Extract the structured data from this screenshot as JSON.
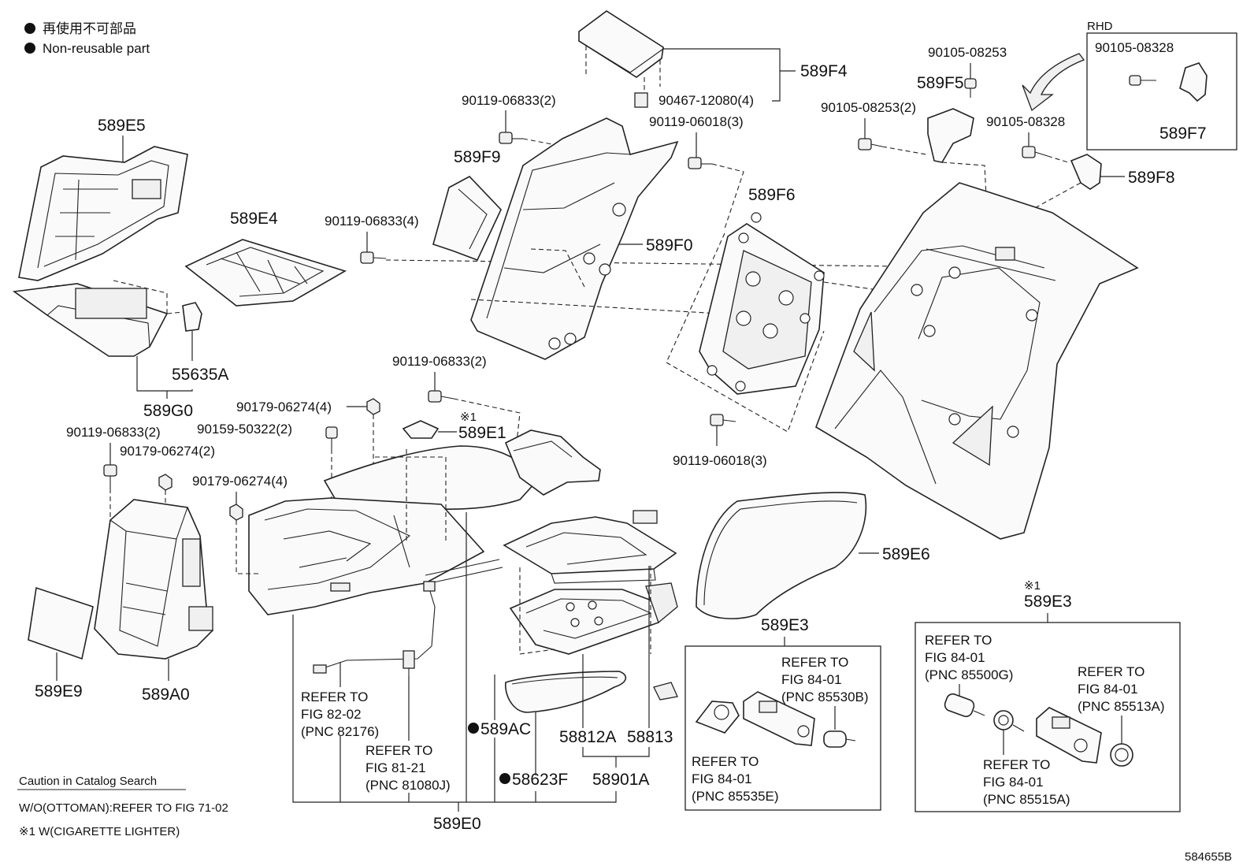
{
  "legend": {
    "jp": "再使用不可部品",
    "en": "Non-reusable part"
  },
  "rhd": {
    "title": "RHD",
    "bolt": "90105-08328",
    "part": "589F7"
  },
  "labels": {
    "p589F4": "589F4",
    "p90467": "90467-12080(4)",
    "p90119_06833_2a": "90119-06833(2)",
    "p90119_06018_3a": "90119-06018(3)",
    "p90105_08253": "90105-08253",
    "p589F5": "589F5",
    "p90105_08253_2": "90105-08253(2)",
    "p90105_08328": "90105-08328",
    "p589F8": "589F8",
    "p589E5": "589E5",
    "p589F9": "589F9",
    "p589E4": "589E4",
    "p90119_06833_4": "90119-06833(4)",
    "p589F0": "589F0",
    "p589F6": "589F6",
    "p55635A": "55635A",
    "p589G0": "589G0",
    "p90119_06833_2b": "90119-06833(2)",
    "p90179_06274_4a": "90179-06274(4)",
    "p589E1": "589E1",
    "mark1": "※1",
    "p90159": "90159-50322(2)",
    "p90119_06833_2c": "90119-06833(2)",
    "p90179_06274_2": "90179-06274(2)",
    "p90179_06274_4b": "90179-06274(4)",
    "p90119_06018_3b": "90119-06018(3)",
    "p589E6": "589E6",
    "p589E9": "589E9",
    "p589A0": "589A0",
    "p589AC": "589AC",
    "p58623F": "58623F",
    "p58812A": "58812A",
    "p58813": "58813",
    "p58901A": "58901A",
    "p589E0": "589E0",
    "p589E3a": "589E3",
    "mark1b": "※1",
    "p589E3b": "589E3"
  },
  "refs": {
    "r82": [
      "REFER TO",
      "FIG 82-02",
      "(PNC 82176)"
    ],
    "r81": [
      "REFER TO",
      "FIG 81-21",
      "(PNC 81080J)"
    ],
    "r85530": [
      "REFER TO",
      "FIG 84-01",
      "(PNC 85530B)"
    ],
    "r85535": [
      "REFER TO",
      "FIG 84-01",
      "(PNC 85535E)"
    ],
    "r85500": [
      "REFER TO",
      "FIG 84-01",
      "(PNC 85500G)"
    ],
    "r85513": [
      "REFER TO",
      "FIG 84-01",
      "(PNC 85513A)"
    ],
    "r85515": [
      "REFER TO",
      "FIG 84-01",
      "(PNC 85515A)"
    ]
  },
  "notes": {
    "caution": "Caution in Catalog Search",
    "line1": "W/O(OTTOMAN):REFER TO FIG 71-02",
    "line2": "※1 W(CIGARETTE LIGHTER)"
  },
  "figure_id": "584655B"
}
